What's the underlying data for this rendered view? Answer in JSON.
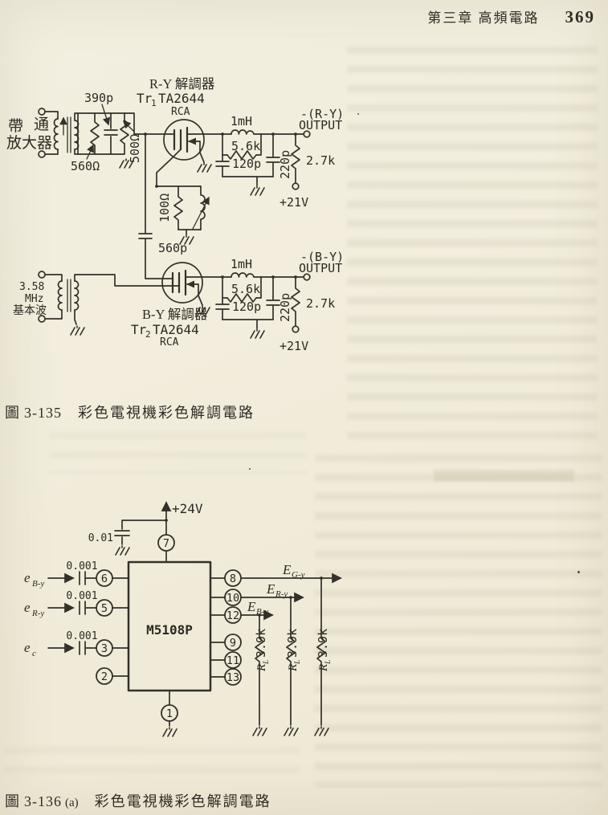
{
  "header": {
    "chapter": "第三章  高頻電路",
    "page_number": "369"
  },
  "fig135": {
    "caption": {
      "label": "圖",
      "number": "3-135",
      "text": "彩色電視機彩色解調電路"
    },
    "bandpass": {
      "char1": "帶",
      "char2": "通",
      "line2": "放大器"
    },
    "tank": {
      "cap": "390p",
      "res": "560Ω",
      "pot": "500Ω"
    },
    "subcarrier": {
      "l1": "3.58",
      "l2": "MHz",
      "l3": "基本波"
    },
    "phase": {
      "res": "100Ω",
      "cap": "560p"
    },
    "tr1": {
      "title": "R-Y 解調器",
      "name": "Tr",
      "sub": "1",
      "part": "TA2644",
      "maker": "RCA"
    },
    "tr2": {
      "title": "B-Y 解調器",
      "name": "Tr",
      "sub": "2",
      "part": "TA2644",
      "maker": "RCA"
    },
    "ry": {
      "ind": "1mH",
      "r1": "5.6k",
      "c1": "120p",
      "c2": "220p",
      "r2": "2.7k",
      "supply": "+21V",
      "out1": "-(R-Y)",
      "out2": "OUTPUT"
    },
    "by": {
      "ind": "1mH",
      "r1": "5.6k",
      "c1": "120p",
      "c2": "220p",
      "r2": "2.7k",
      "supply": "+21V",
      "out1": "-(B-Y)",
      "out2": "OUTPUT"
    }
  },
  "fig136": {
    "caption": {
      "label": "圖",
      "number": "3-136",
      "suffix": "(a)",
      "text": "彩色電視機彩色解調電路"
    },
    "supply": "+24V",
    "bypass_cap": "0.01",
    "ic": "M5108P",
    "pin_top": "7",
    "pin_bottom": "1",
    "pins_left": [
      "6",
      "5",
      "3",
      "2"
    ],
    "pins_right": [
      "8",
      "10",
      "12",
      "9",
      "11",
      "13"
    ],
    "inputs": [
      {
        "base": "e",
        "sub": "B-y",
        "cap": "0.001"
      },
      {
        "base": "e",
        "sub": "R-y",
        "cap": "0.001"
      },
      {
        "base": "e",
        "sub": "c",
        "cap": "0.001"
      }
    ],
    "outputs": [
      {
        "base": "E",
        "sub": "G-y"
      },
      {
        "base": "E",
        "sub": "R-y"
      },
      {
        "base": "E",
        "sub": "B-y"
      }
    ],
    "loads": [
      {
        "base": "R",
        "sub": "L",
        "value": "3.9k"
      },
      {
        "base": "R",
        "sub": "L",
        "value": "3.9k"
      },
      {
        "base": "R",
        "sub": "L",
        "value": "3.9k"
      }
    ]
  }
}
